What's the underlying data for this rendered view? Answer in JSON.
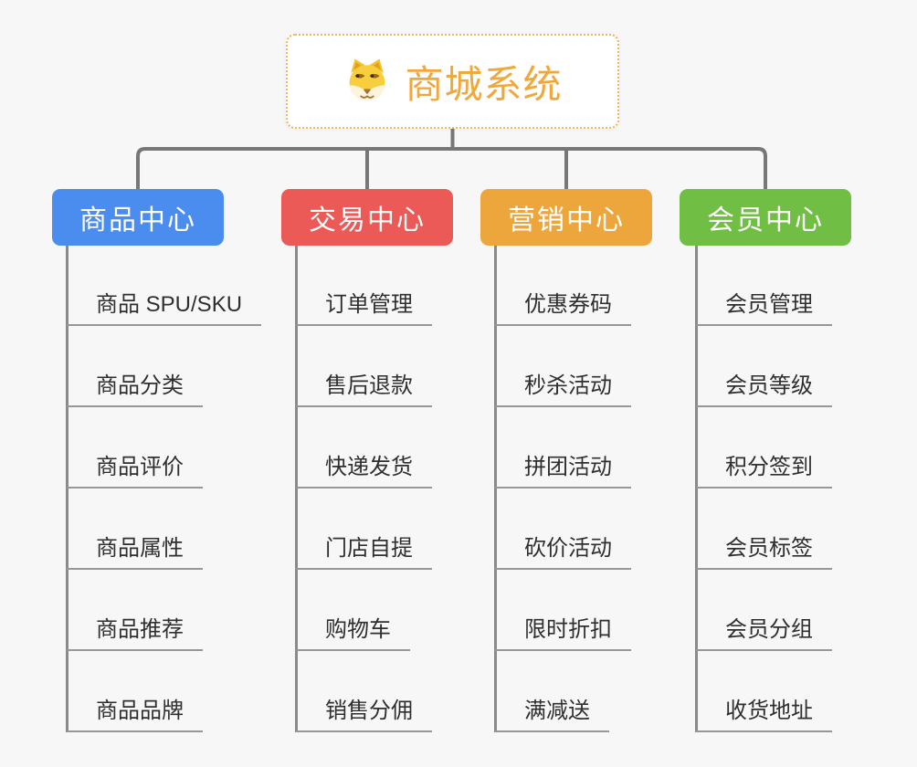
{
  "root": {
    "title": "商城系统",
    "icon": "shiba-dog-icon",
    "title_color": "#f0a83c",
    "border_color": "#edb461"
  },
  "connector_color": "#7d7d7d",
  "branches": [
    {
      "label": "商品中心",
      "color": "#4a8dee",
      "children": [
        "商品 SPU/SKU",
        "商品分类",
        "商品评价",
        "商品属性",
        "商品推荐",
        "商品品牌"
      ]
    },
    {
      "label": "交易中心",
      "color": "#eb5a57",
      "children": [
        "订单管理",
        "售后退款",
        "快递发货",
        "门店自提",
        "购物车",
        "销售分佣"
      ]
    },
    {
      "label": "营销中心",
      "color": "#eda63c",
      "children": [
        "优惠券码",
        "秒杀活动",
        "拼团活动",
        "砍价活动",
        "限时折扣",
        "满减送"
      ]
    },
    {
      "label": "会员中心",
      "color": "#70be44",
      "children": [
        "会员管理",
        "会员等级",
        "积分签到",
        "会员标签",
        "会员分组",
        "收货地址"
      ]
    }
  ]
}
